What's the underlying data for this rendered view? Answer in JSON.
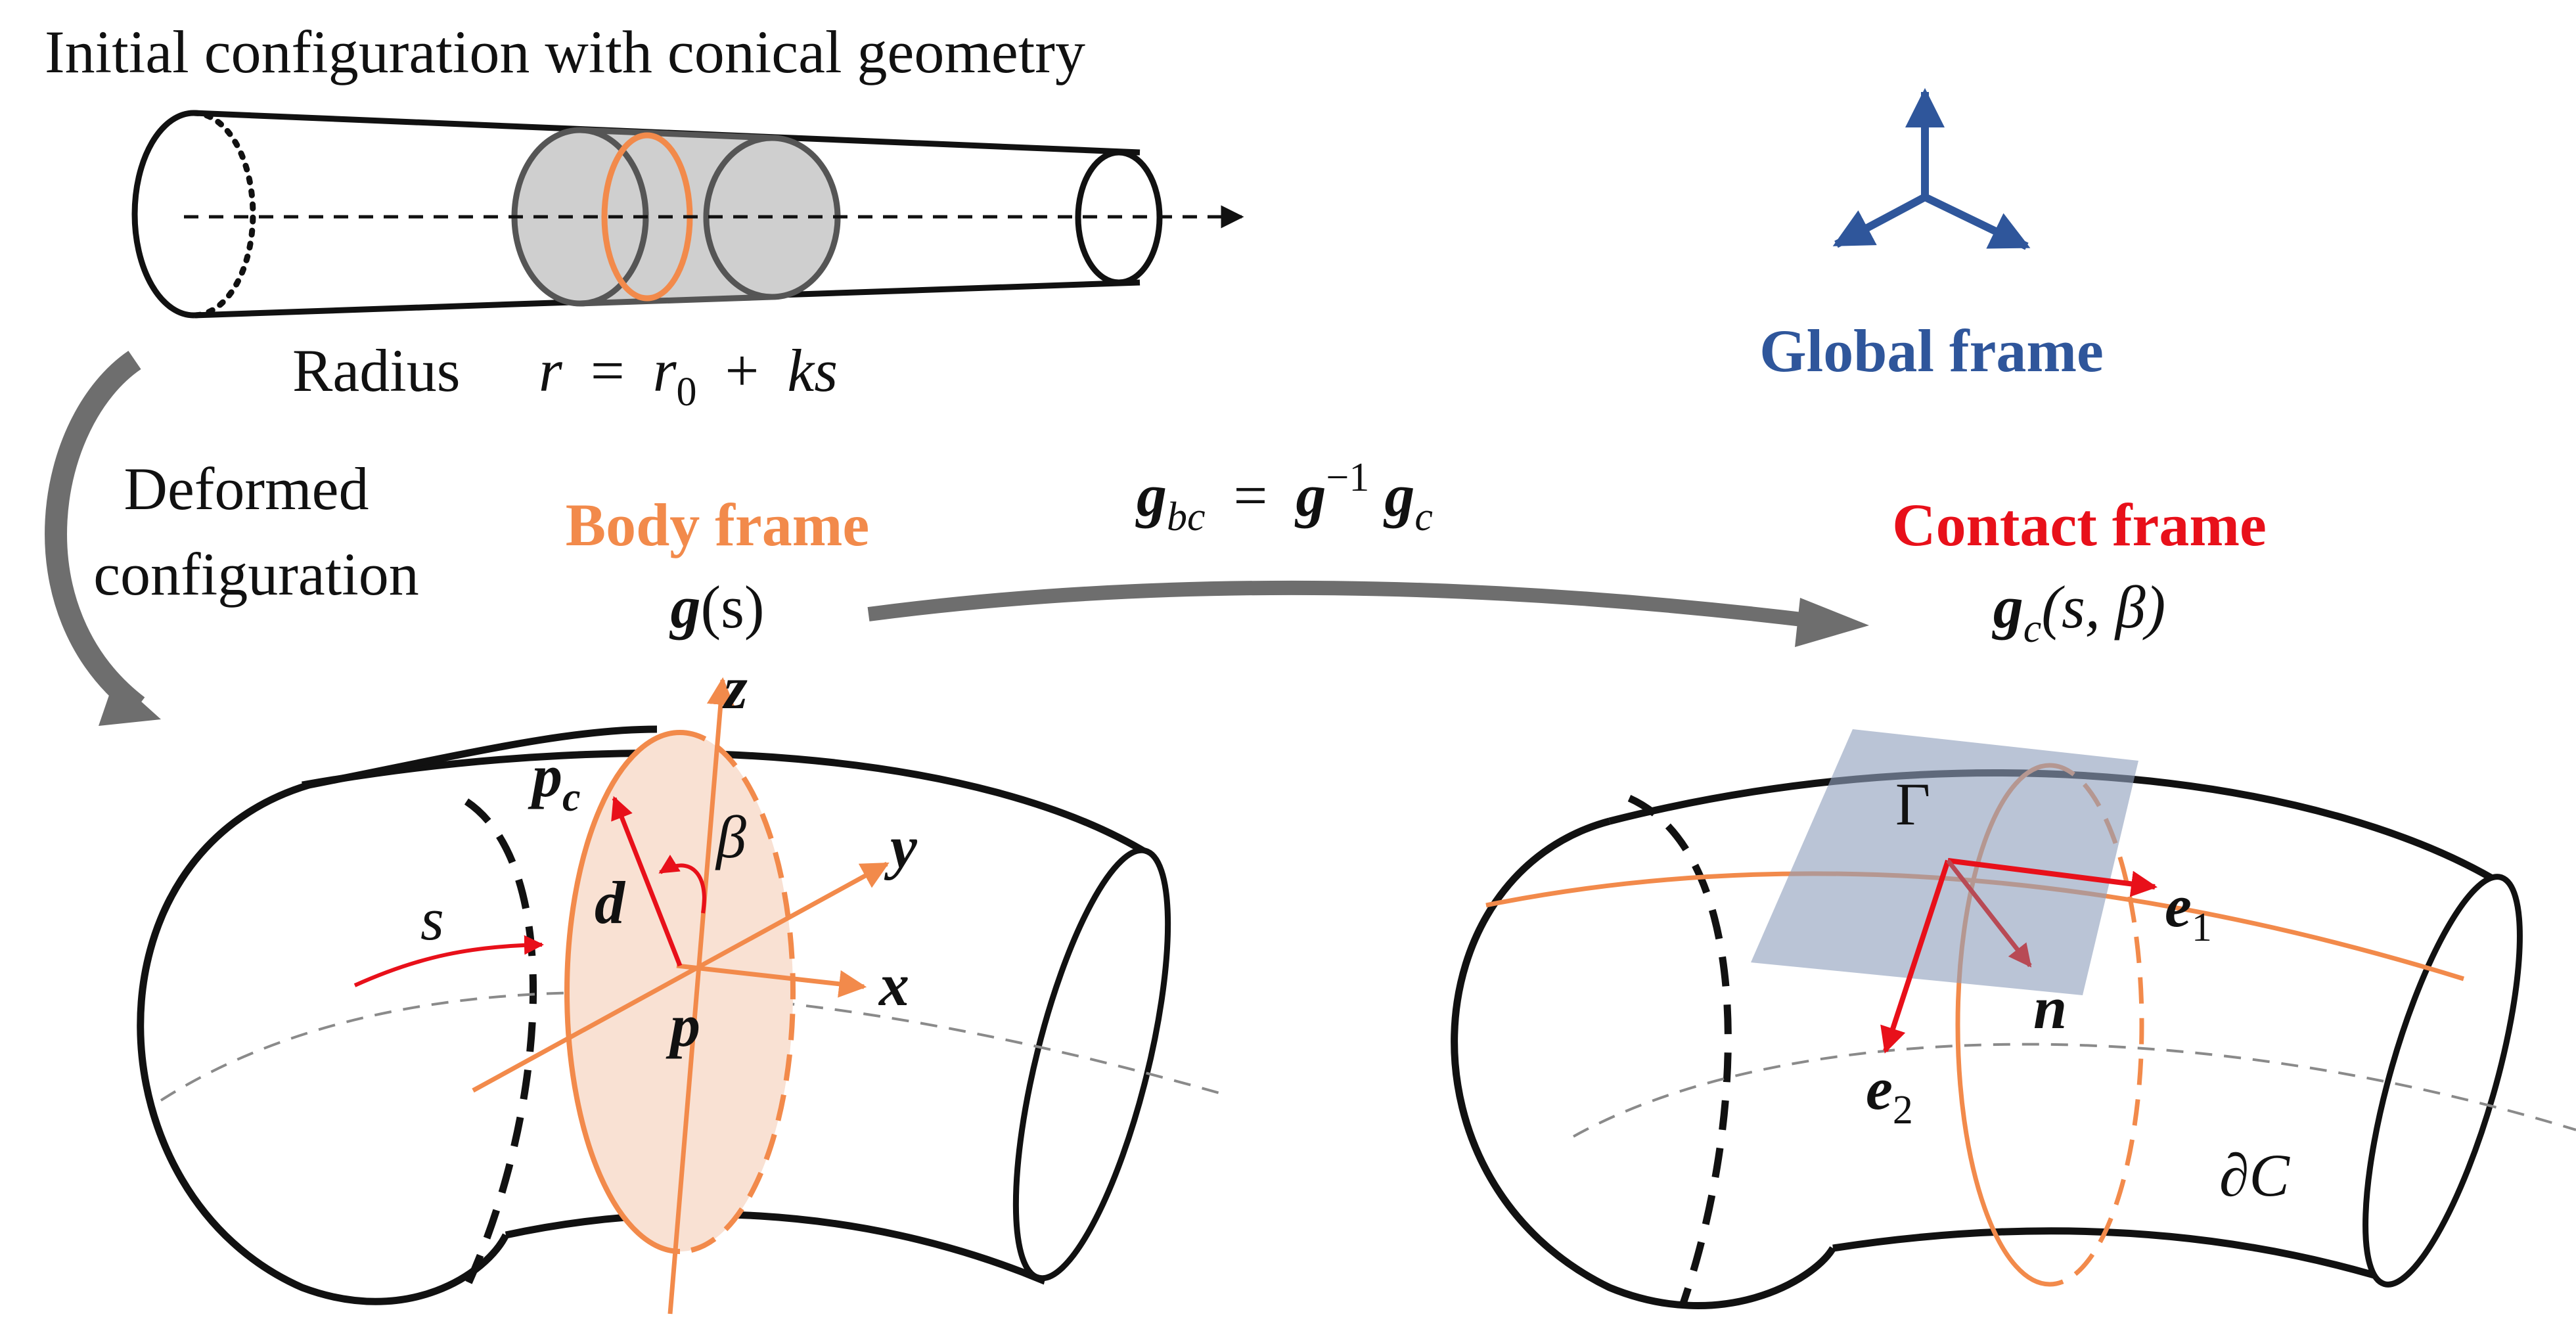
{
  "colors": {
    "orange": "#f28a4b",
    "red": "#e8101a",
    "blue": "#2f569b",
    "grey_arrow": "#6e6e6e",
    "plane": "#8f9fbd",
    "disk_fill": "#f9e1d3",
    "cylinder_fill": "#cfcfcf"
  },
  "top": {
    "title": "Initial configuration with conical geometry",
    "radius_label": "Radius",
    "radius_formula": {
      "lhs": "r",
      "eq": "=",
      "r": "r",
      "r_sub": "0",
      "plus": "+",
      "ks": "ks"
    }
  },
  "global_frame": {
    "label": "Global frame",
    "icon": "triad-axes-icon"
  },
  "deformed": {
    "line1": "Deformed",
    "line2": "configuration"
  },
  "body_frame": {
    "title": "Body frame",
    "g": "g",
    "arg": "(s)"
  },
  "transform": {
    "g": "g",
    "g_sub": "bc",
    "eq": "=",
    "g2": "g",
    "sup": "−1",
    "g3": "g",
    "g3_sub": "c"
  },
  "contact_frame": {
    "title": "Contact frame",
    "g": "g",
    "g_sub": "c",
    "arg": "(s, β)"
  },
  "left_tube": {
    "z": "z",
    "y": "y",
    "x": "x",
    "p": "p",
    "pc": "p",
    "pc_sub": "c",
    "d": "d",
    "beta": "β",
    "s": "s"
  },
  "right_tube": {
    "gamma": "Γ",
    "e1": "e",
    "e1_sub": "1",
    "e2": "e",
    "e2_sub": "2",
    "n": "n",
    "boundary": "∂C"
  }
}
